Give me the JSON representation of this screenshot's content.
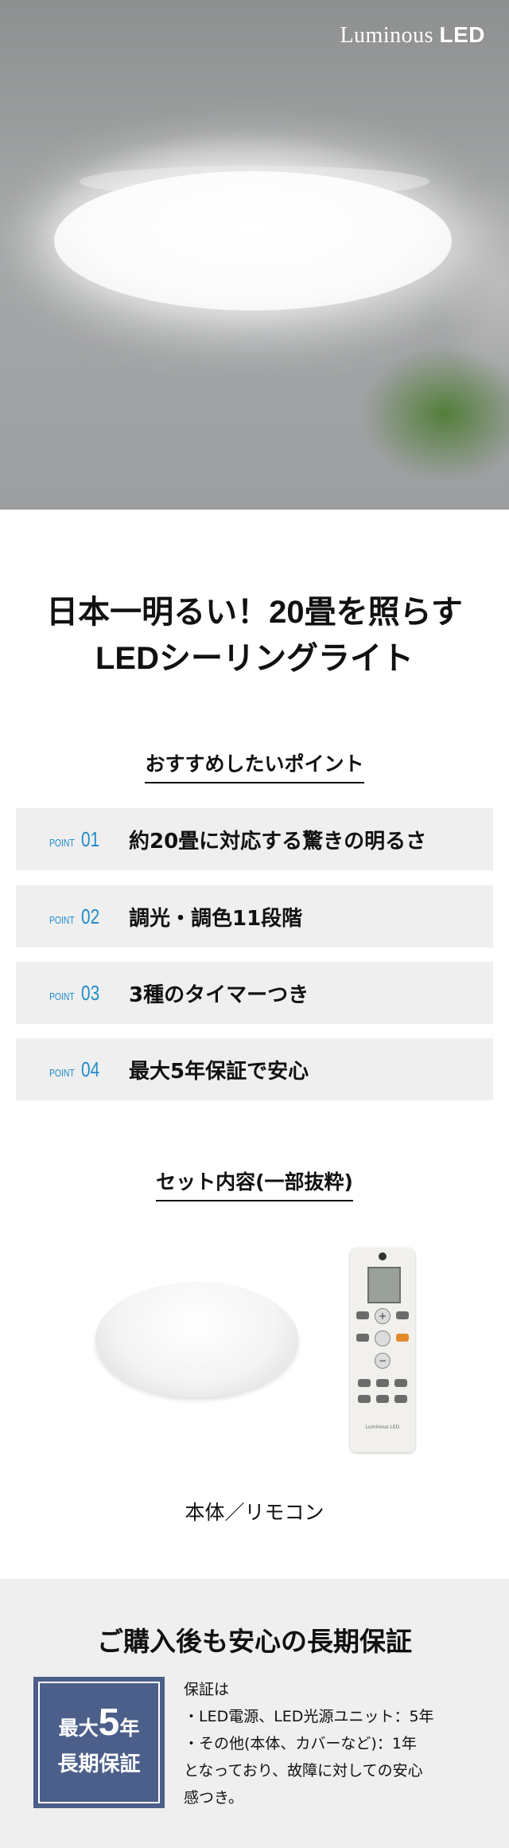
{
  "hero": {
    "brand_logo": "Luminous",
    "brand_led": "LED"
  },
  "headline": {
    "line1": "日本一明るい！20畳を照らす",
    "line2": "LEDシーリングライト"
  },
  "points_section": {
    "title": "おすすめしたいポイント",
    "items": [
      {
        "word": "POINT",
        "number": "01",
        "text": "約20畳に対応する驚きの明るさ"
      },
      {
        "word": "POINT",
        "number": "02",
        "text": "調光・調色11段階"
      },
      {
        "word": "POINT",
        "number": "03",
        "text": "3種のタイマーつき"
      },
      {
        "word": "POINT",
        "number": "04",
        "text": "最大5年保証で安心"
      }
    ],
    "accent_color": "#1e8ccb"
  },
  "set_section": {
    "title": "セット内容(一部抜粋)",
    "caption": "本体／リモコン",
    "remote_brand": "Luminous LED"
  },
  "warranty": {
    "title": "ご購入後も安心の長期保証",
    "badge": {
      "prefix": "最大",
      "years": "5",
      "suffix": "年",
      "line2": "長期保証"
    },
    "badge_color": "#4b5f8a",
    "lines": [
      "保証は",
      "・LED電源、LED光源ユニット：5年",
      "・その他(本体、カバーなど)：1年",
      "となっており、故障に対しての安心",
      "感つき。"
    ]
  }
}
